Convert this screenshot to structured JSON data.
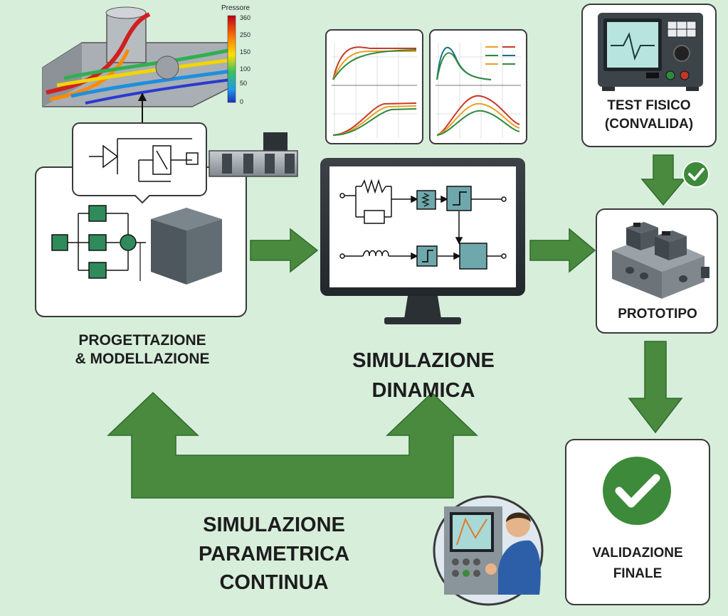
{
  "colors": {
    "background": "#d7eedb",
    "arrow": "#4a8a3f",
    "arrow_dark": "#2f6a2a",
    "check": "#3d8a3a",
    "teal_block": "#6fa8ac",
    "card_border": "#3a3a3a"
  },
  "cfd": {
    "legend_title": "Pressore",
    "legend_ticks": [
      "360",
      "250",
      "150",
      "100",
      "50",
      "0"
    ]
  },
  "labels": {
    "progettazione": [
      "PROGETTAZIONE",
      "& MODELLAZIONE"
    ],
    "simulazione_dinamica": [
      "SIMULAZIONE",
      "DINAMICA"
    ],
    "test_fisico": [
      "TEST FISICO",
      "(CONVALIDA)"
    ],
    "prototipo": "PROTOTIPO",
    "validazione": [
      "VALIDAZIONE",
      "FINALE"
    ],
    "parametrica": [
      "SIMULAZIONE",
      "PARAMETRICA",
      "CONTINUA"
    ]
  },
  "icons": [
    "cfd-valve-icon",
    "hydraulic-schematic-icon",
    "block-diagram-icon",
    "cube-icon",
    "valve-actuator-icon",
    "response-graph-icon",
    "monitor-icon",
    "oscilloscope-icon",
    "check-icon",
    "prototype-block-icon",
    "engineer-icon",
    "validation-check-icon"
  ]
}
